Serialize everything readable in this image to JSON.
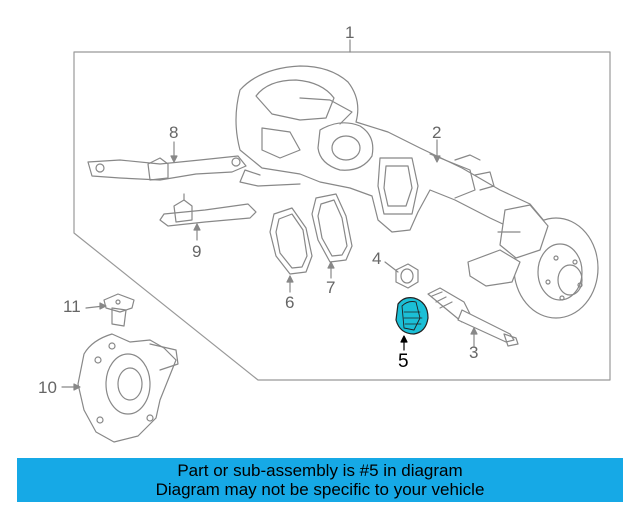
{
  "diagram": {
    "callouts": [
      {
        "id": "1",
        "label": "1"
      },
      {
        "id": "2",
        "label": "2"
      },
      {
        "id": "3",
        "label": "3"
      },
      {
        "id": "4",
        "label": "4"
      },
      {
        "id": "5",
        "label": "5",
        "highlighted": true
      },
      {
        "id": "6",
        "label": "6"
      },
      {
        "id": "7",
        "label": "7"
      },
      {
        "id": "8",
        "label": "8"
      },
      {
        "id": "9",
        "label": "9"
      },
      {
        "id": "10",
        "label": "10"
      },
      {
        "id": "11",
        "label": "11"
      }
    ],
    "highlight_color": "#1bbfd6",
    "line_color": "#888888"
  },
  "banner": {
    "line1": "Part or sub-assembly is #5 in diagram",
    "line2": "Diagram may not be specific to your vehicle",
    "background": "#16a9e6"
  }
}
